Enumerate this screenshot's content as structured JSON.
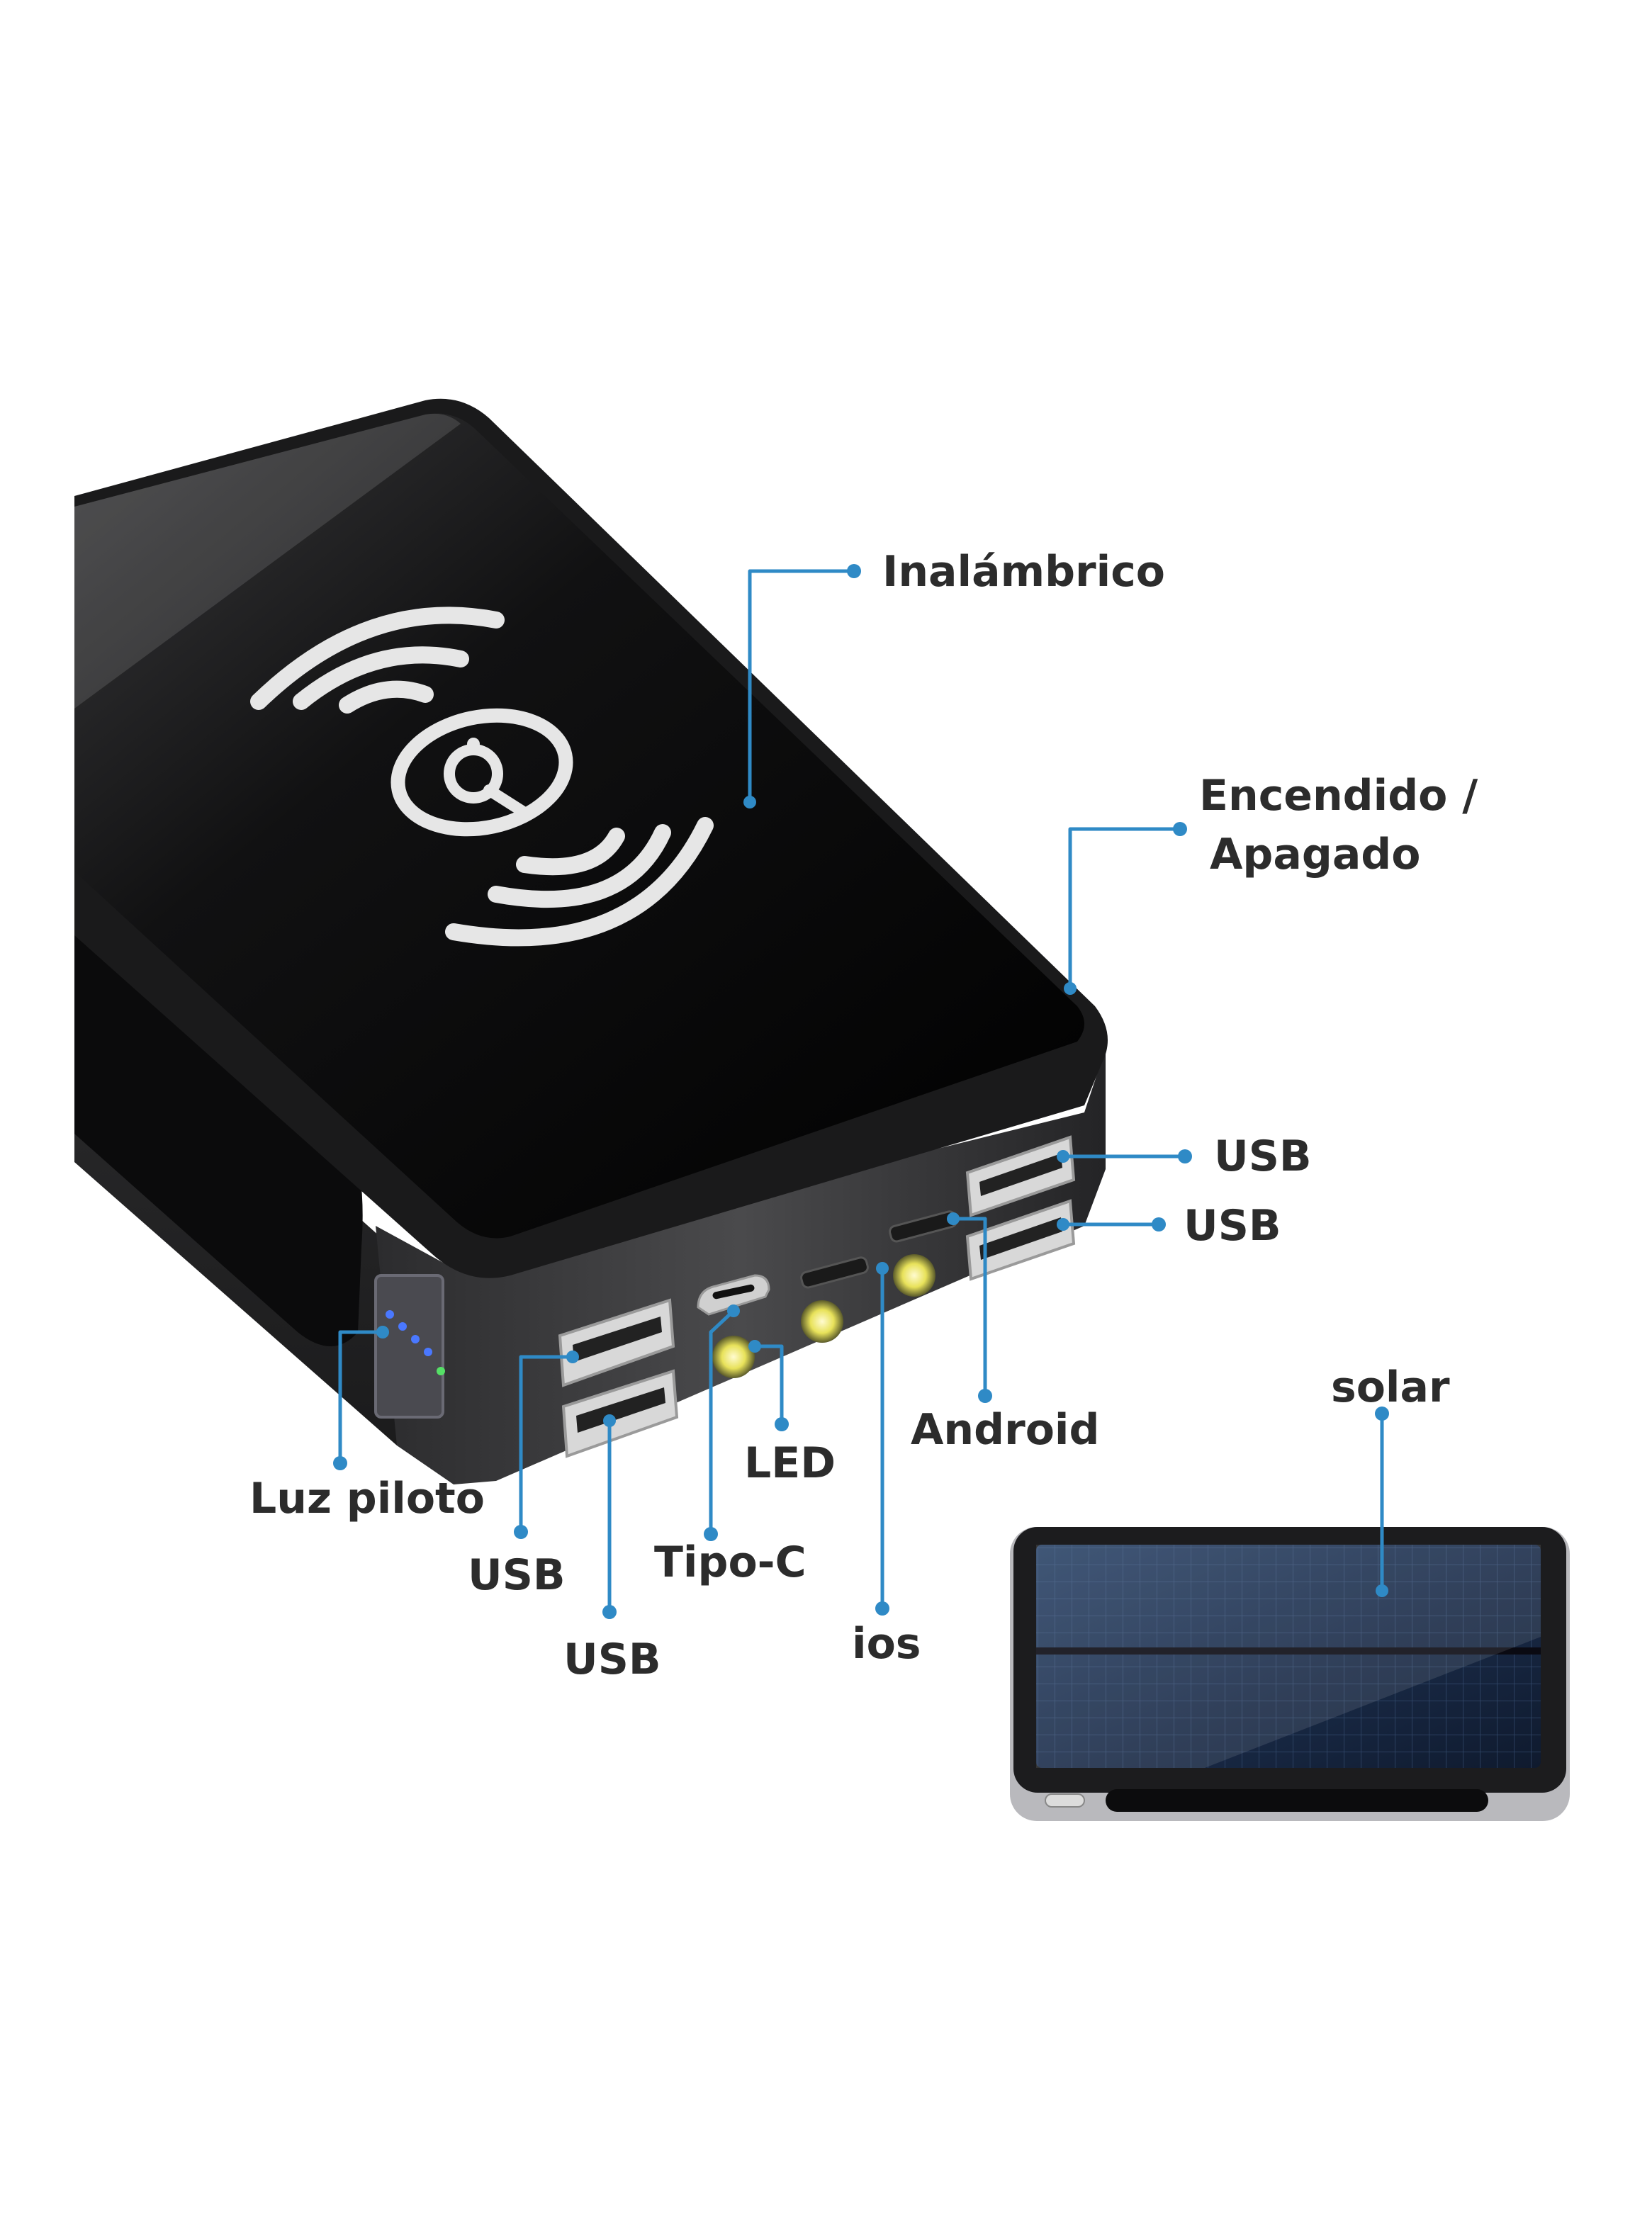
{
  "colors": {
    "leader_line": "#2f8ac6",
    "label_text": "#2c2c2c",
    "device_body": "#2a2a2c",
    "device_top": "#070707",
    "solar_cell": "#1e3355",
    "led_glow": "#f3f07a"
  },
  "icons": [
    "wireless-charging-icon",
    "qi-logo-icon",
    "battery-indicator-icon"
  ],
  "labels": {
    "wireless": "Inalámbrico",
    "power_line1": "Encendido /",
    "power_line2": "Apagado",
    "usb_top_right_1": "USB",
    "usb_top_right_2": "USB",
    "pilot_light": "Luz piloto",
    "usb_bottom_1": "USB",
    "usb_bottom_2": "USB",
    "type_c": "Tipo-C",
    "led": "LED",
    "ios": "ios",
    "android": "Android",
    "solar": "solar"
  }
}
